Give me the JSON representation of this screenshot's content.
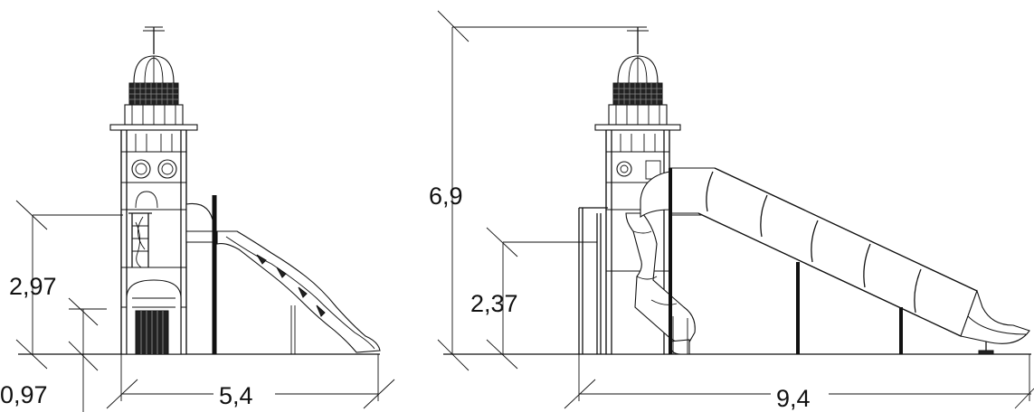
{
  "left_elevation": {
    "platform_height": "2,97",
    "lower_platform_height": "0,97",
    "width": "5,4"
  },
  "right_elevation": {
    "total_height": "6,9",
    "platform_height": "2,37",
    "width": "9,4"
  }
}
